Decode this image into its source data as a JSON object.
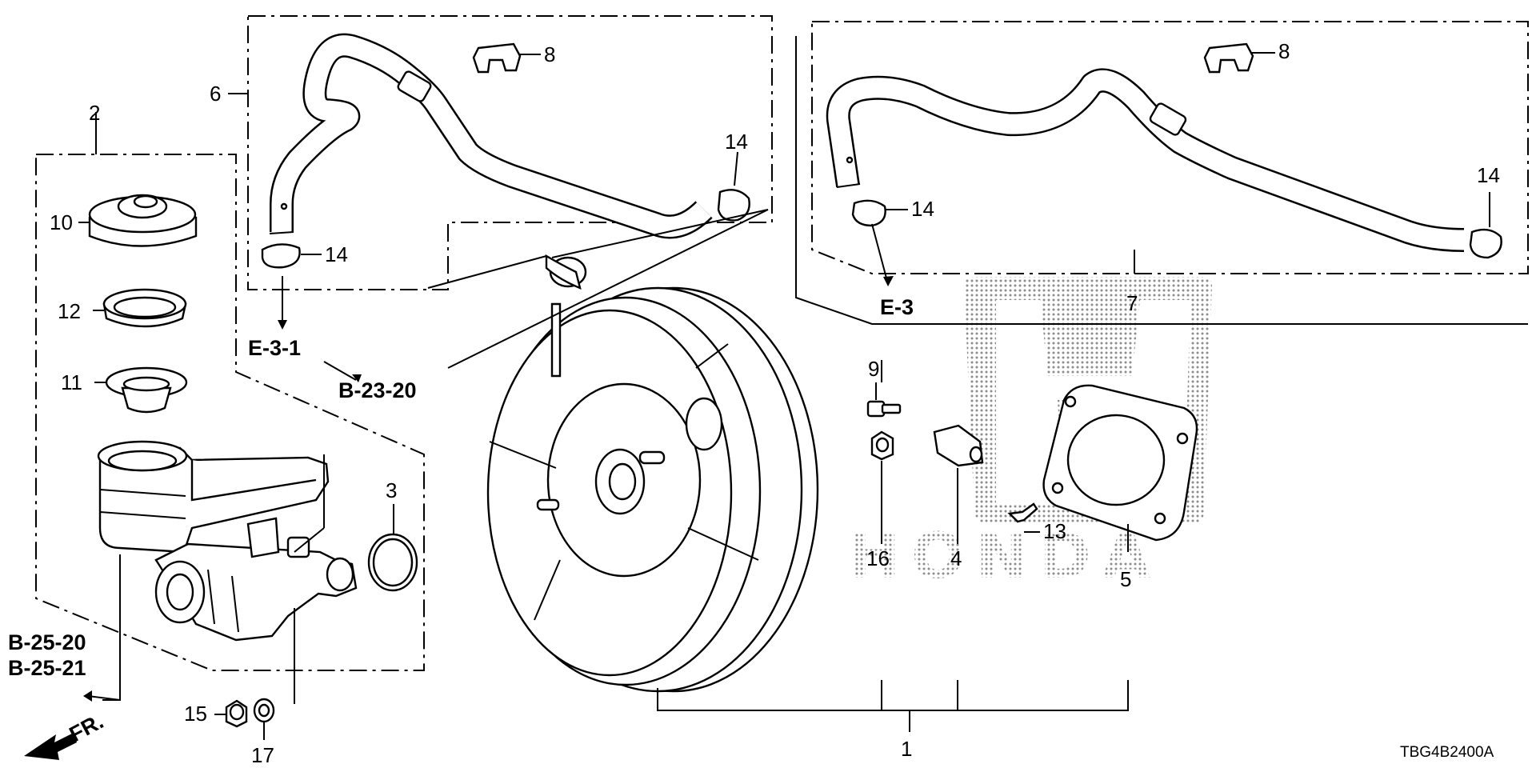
{
  "callouts": {
    "c1": "1",
    "c2": "2",
    "c3": "3",
    "c4": "4",
    "c5": "5",
    "c6": "6",
    "c7": "7",
    "c8a": "8",
    "c8b": "8",
    "c9": "9",
    "c10": "10",
    "c11": "11",
    "c12": "12",
    "c13": "13",
    "c14a": "14",
    "c14b": "14",
    "c14c": "14",
    "c14d": "14",
    "c15": "15",
    "c16": "16",
    "c17": "17"
  },
  "references": {
    "e31": "E-3-1",
    "b2320": "B-23-20",
    "e3": "E-3",
    "b2520": "B-25-20",
    "b2521": "B-25-21"
  },
  "front_marker": "FR.",
  "diagram_code": "TBG4B2400A",
  "watermark": {
    "brand": "HONDA",
    "letter": "H"
  }
}
